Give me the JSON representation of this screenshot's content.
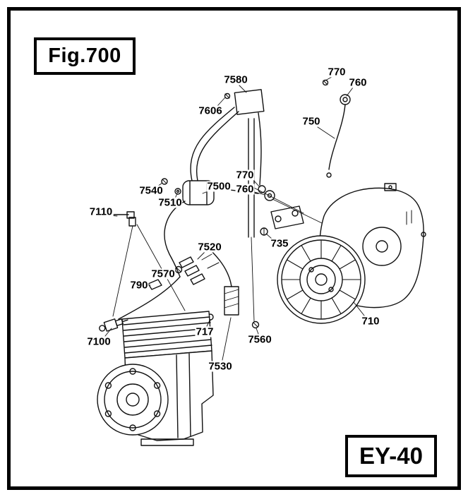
{
  "figure": {
    "title": "Fig.700",
    "model": "EY-40"
  },
  "callouts": [
    {
      "text": "7580"
    },
    {
      "text": "770"
    },
    {
      "text": "760"
    },
    {
      "text": "7606"
    },
    {
      "text": "750"
    },
    {
      "text": "770"
    },
    {
      "text": "7540"
    },
    {
      "text": "7500"
    },
    {
      "text": "760"
    },
    {
      "text": "7510"
    },
    {
      "text": "7110"
    },
    {
      "text": "7520"
    },
    {
      "text": "735"
    },
    {
      "text": "7570"
    },
    {
      "text": "790"
    },
    {
      "text": "710"
    },
    {
      "text": "7100"
    },
    {
      "text": "717"
    },
    {
      "text": "7560"
    },
    {
      "text": "7530"
    }
  ],
  "colors": {
    "ink": "#000000",
    "paper": "#ffffff"
  }
}
